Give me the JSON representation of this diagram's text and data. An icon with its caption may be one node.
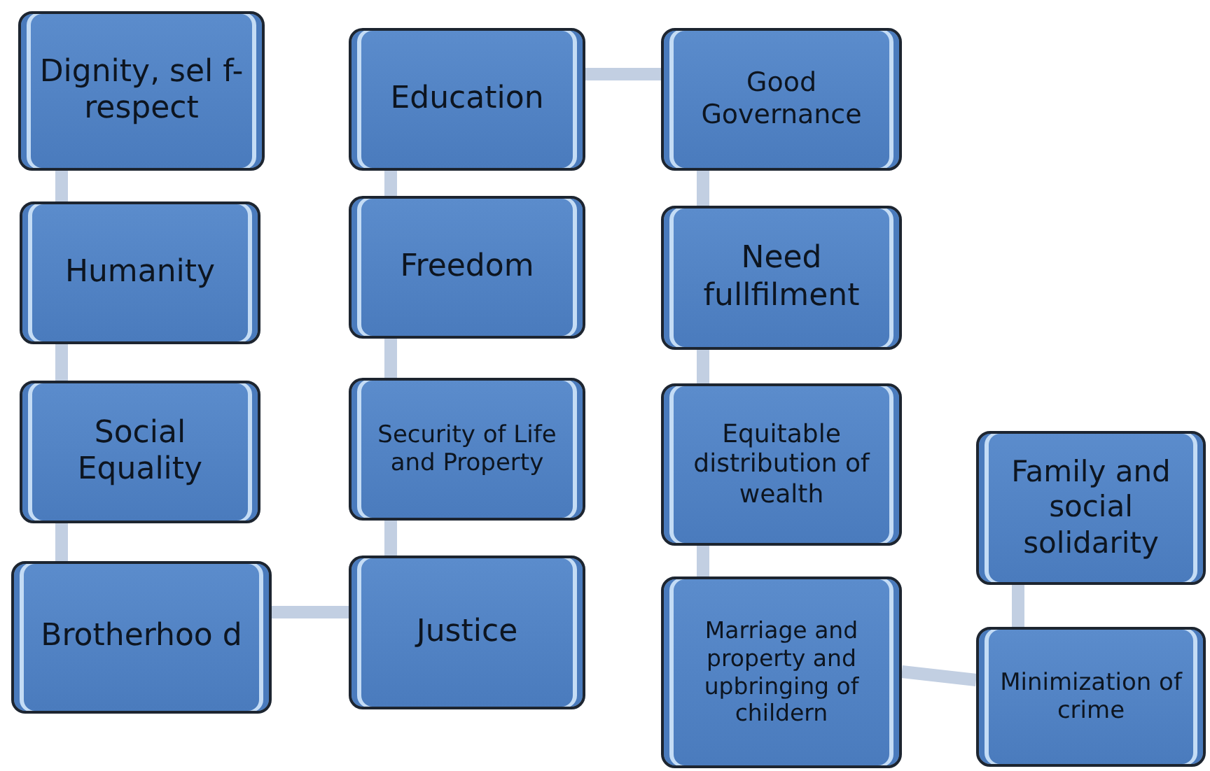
{
  "diagram": {
    "nodes": [
      {
        "text": [
          "Dignity, sel f-respect"
        ]
      },
      {
        "text": [
          "Humanity"
        ]
      },
      {
        "text": [
          "Social Equality"
        ]
      },
      {
        "text": [
          "Brotherhoo d"
        ]
      },
      {
        "text": [
          "Justice"
        ]
      },
      {
        "text": [
          "Security of Life and Property"
        ]
      },
      {
        "text": [
          "Freedom"
        ]
      },
      {
        "text": [
          "Education"
        ]
      },
      {
        "text": [
          "Good Governance"
        ]
      },
      {
        "text": [
          "Need fullfilment"
        ]
      },
      {
        "text": [
          "Equitable distribution of wealth"
        ]
      },
      {
        "text": [
          "Marriage and property and upbringing of childern"
        ]
      },
      {
        "text": [
          "Minimization of crime"
        ]
      },
      {
        "text": [
          "Family and social solidarity"
        ]
      }
    ],
    "edges": [
      {
        "from": 0,
        "to": 1,
        "arrow": "none"
      },
      {
        "from": 1,
        "to": 2,
        "arrow": "none"
      },
      {
        "from": 2,
        "to": 3,
        "arrow": "none"
      },
      {
        "from": 3,
        "to": 4,
        "arrow": "none"
      },
      {
        "from": 4,
        "to": 5,
        "arrow": "none"
      },
      {
        "from": 5,
        "to": 6,
        "arrow": "none"
      },
      {
        "from": 6,
        "to": 7,
        "arrow": "none"
      },
      {
        "from": 7,
        "to": 8,
        "arrow": "none"
      },
      {
        "from": 8,
        "to": 9,
        "arrow": "none"
      },
      {
        "from": 9,
        "to": 10,
        "arrow": "none"
      },
      {
        "from": 10,
        "to": 11,
        "arrow": "none"
      },
      {
        "from": 11,
        "to": 12,
        "arrow": "none"
      },
      {
        "from": 12,
        "to": 13,
        "arrow": "none"
      }
    ]
  }
}
